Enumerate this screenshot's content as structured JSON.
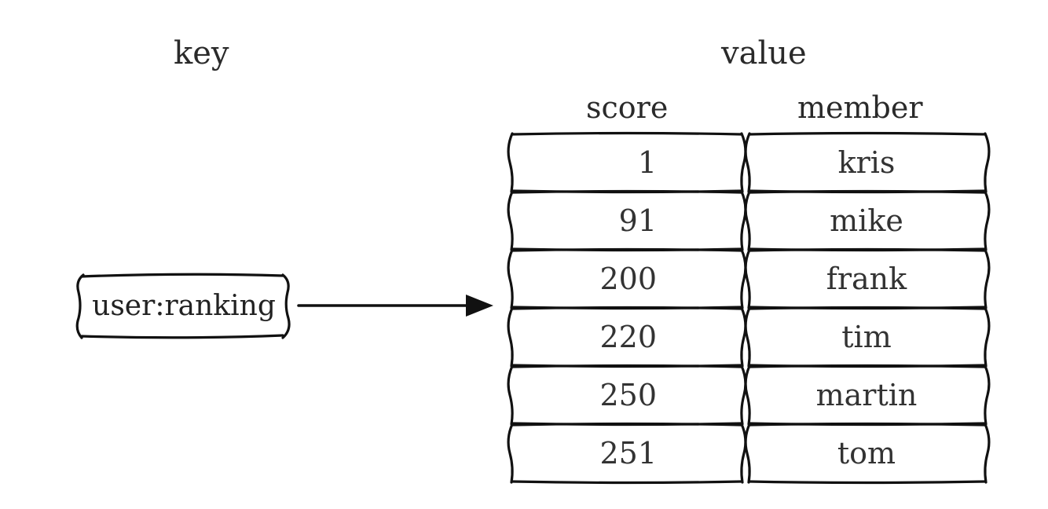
{
  "headings": {
    "key": "key",
    "value": "value",
    "score": "score",
    "member": "member"
  },
  "key_name": "user:ranking",
  "rows": [
    {
      "score": "1",
      "member": "kris"
    },
    {
      "score": "91",
      "member": "mike"
    },
    {
      "score": "200",
      "member": "frank"
    },
    {
      "score": "220",
      "member": "tim"
    },
    {
      "score": "250",
      "member": "martin"
    },
    {
      "score": "251",
      "member": "tom"
    }
  ],
  "colors": {
    "ink": "#111111",
    "text": "#2a2a2a"
  }
}
